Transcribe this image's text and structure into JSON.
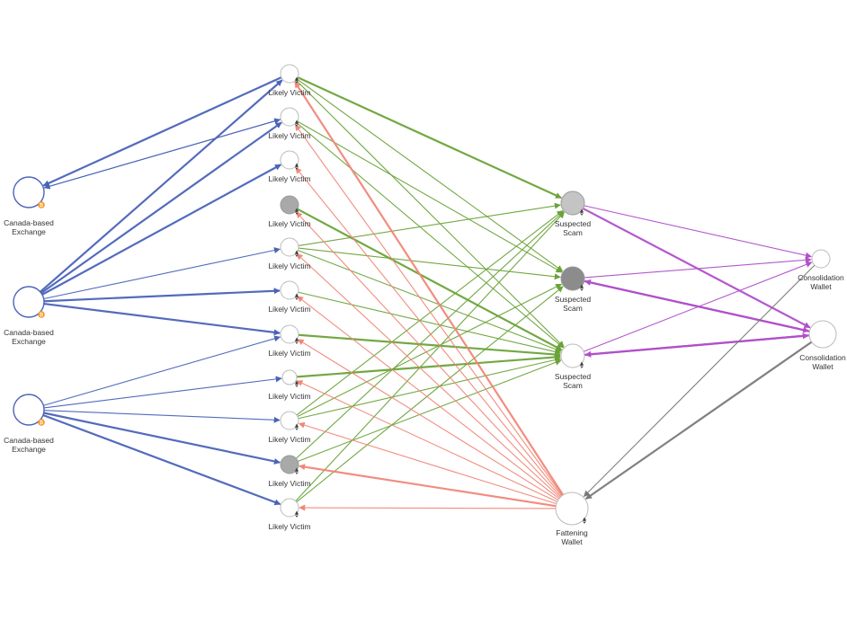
{
  "nodes": {
    "exchanges": [
      {
        "label": [
          "Canada-based",
          "Exchange"
        ],
        "icon": "bitcoin-badge-icon"
      },
      {
        "label": [
          "Canada-based",
          "Exchange"
        ],
        "icon": "bitcoin-badge-icon"
      },
      {
        "label": [
          "Canada-based",
          "Exchange"
        ],
        "icon": "bitcoin-badge-icon"
      }
    ],
    "victims": [
      {
        "label": "Likely Victim",
        "filled": false
      },
      {
        "label": "Likely Victim",
        "filled": false
      },
      {
        "label": "Likely Victim",
        "filled": false
      },
      {
        "label": "Likely Victim",
        "filled": true
      },
      {
        "label": "Likely Victim",
        "filled": false
      },
      {
        "label": "Likely Victim",
        "filled": false
      },
      {
        "label": "Likely Victim",
        "filled": false
      },
      {
        "label": "Likely Victim",
        "filled": false
      },
      {
        "label": "Likely Victim",
        "filled": false
      },
      {
        "label": "Likely Victim",
        "filled": true
      },
      {
        "label": "Likely Victim",
        "filled": false
      }
    ],
    "scams": [
      {
        "label": [
          "Suspected",
          "Scam"
        ],
        "fill": "light"
      },
      {
        "label": [
          "Suspected",
          "Scam"
        ],
        "fill": "dark"
      },
      {
        "label": [
          "Suspected",
          "Scam"
        ],
        "fill": "none"
      }
    ],
    "fattening": {
      "label": [
        "Fattening",
        "Wallet"
      ],
      "icon": "ethereum-icon"
    },
    "consolidation": [
      {
        "label": [
          "Consolidation",
          "Wallet"
        ]
      },
      {
        "label": [
          "Consolidation",
          "Wallet"
        ]
      }
    ]
  },
  "colors": {
    "exchange_edge": "#4a63b8",
    "victim_to_scam": "#6aa339",
    "fattening_to_victim": "#f08778",
    "scam_to_consolidation": "#b04fc9",
    "consolidation_to_fattening": "#7a7a7a",
    "node_stroke_blue": "#4a63b8",
    "node_stroke_grey": "#bbbbbb",
    "bitcoin_badge": "#f7931a"
  },
  "edges": {
    "exchange_victim": [
      [
        1,
        0,
        1
      ],
      [
        0,
        1,
        0
      ],
      [
        1,
        1,
        1
      ],
      [
        1,
        2,
        1
      ],
      [
        1,
        4,
        0
      ],
      [
        1,
        5,
        1
      ],
      [
        1,
        6,
        1
      ],
      [
        2,
        6,
        0
      ],
      [
        2,
        7,
        0
      ],
      [
        2,
        8,
        0
      ],
      [
        2,
        9,
        1
      ],
      [
        2,
        10,
        1
      ]
    ],
    "victim_exchange": [
      [
        0,
        0,
        1
      ],
      [
        1,
        0,
        0
      ]
    ],
    "victim_scam": [
      [
        0,
        0,
        1
      ],
      [
        0,
        1,
        0
      ],
      [
        0,
        2,
        0
      ],
      [
        1,
        1,
        0
      ],
      [
        1,
        2,
        0
      ],
      [
        3,
        2,
        1
      ],
      [
        4,
        0,
        0
      ],
      [
        4,
        1,
        0
      ],
      [
        4,
        2,
        0
      ],
      [
        5,
        2,
        0
      ],
      [
        6,
        2,
        1
      ],
      [
        7,
        2,
        1
      ],
      [
        8,
        0,
        0
      ],
      [
        8,
        1,
        0
      ],
      [
        8,
        2,
        0
      ],
      [
        9,
        0,
        0
      ],
      [
        9,
        2,
        0
      ],
      [
        10,
        0,
        0
      ],
      [
        10,
        1,
        0
      ]
    ],
    "fattening_victim": [
      [
        0,
        1
      ],
      [
        1,
        0
      ],
      [
        2,
        0
      ],
      [
        3,
        0
      ],
      [
        4,
        0
      ],
      [
        5,
        0
      ],
      [
        6,
        0
      ],
      [
        7,
        0
      ],
      [
        8,
        0
      ],
      [
        9,
        1
      ],
      [
        10,
        0
      ]
    ],
    "scam_consolidation": [
      [
        0,
        0,
        0
      ],
      [
        0,
        1,
        1
      ],
      [
        1,
        0,
        0
      ],
      [
        1,
        1,
        1
      ],
      [
        2,
        0,
        0
      ],
      [
        2,
        1,
        1
      ]
    ],
    "consolidation_scam": [
      [
        1,
        1,
        1
      ],
      [
        1,
        2,
        1
      ]
    ],
    "consolidation_fattening": [
      [
        0,
        0
      ],
      [
        1,
        1
      ]
    ]
  }
}
